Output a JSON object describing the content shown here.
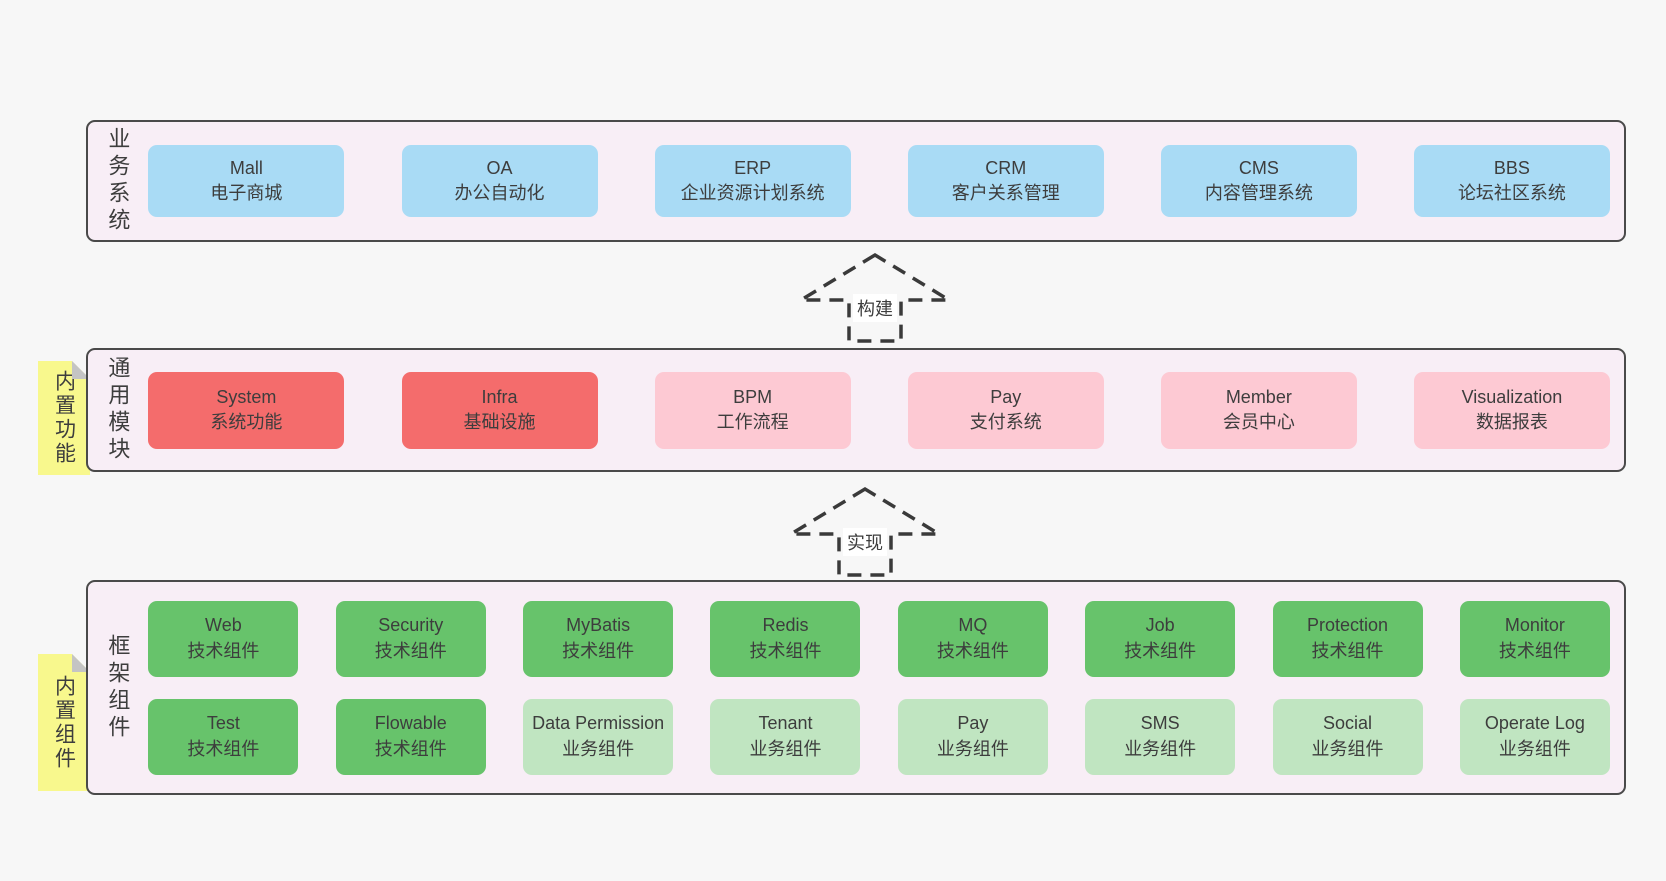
{
  "colors": {
    "blue": "#a9dbf5",
    "red": "#f46c6c",
    "pink": "#fdc9d3",
    "green": "#67c36b",
    "light_green": "#c0e5c1",
    "tab_yellow": "#f8f88d",
    "fold_gray": "#c4c4c4",
    "container_bg": "#f8eef6",
    "border": "#4a4a4a",
    "text": "#3d3d3d"
  },
  "arrows": [
    {
      "label": "构建"
    },
    {
      "label": "实现"
    }
  ],
  "layers": {
    "business": {
      "label": "业务系统",
      "boxes": [
        {
          "name": "Mall",
          "desc": "电子商城"
        },
        {
          "name": "OA",
          "desc": "办公自动化"
        },
        {
          "name": "ERP",
          "desc": "企业资源计划系统"
        },
        {
          "name": "CRM",
          "desc": "客户关系管理"
        },
        {
          "name": "CMS",
          "desc": "内容管理系统"
        },
        {
          "name": "BBS",
          "desc": "论坛社区系统"
        }
      ]
    },
    "modules": {
      "tag": "内置功能",
      "label": "通用模块",
      "boxes": [
        {
          "name": "System",
          "desc": "系统功能"
        },
        {
          "name": "Infra",
          "desc": "基础设施"
        },
        {
          "name": "BPM",
          "desc": "工作流程"
        },
        {
          "name": "Pay",
          "desc": "支付系统"
        },
        {
          "name": "Member",
          "desc": "会员中心"
        },
        {
          "name": "Visualization",
          "desc": "数据报表"
        }
      ]
    },
    "components": {
      "tag": "内置组件",
      "label": "框架组件",
      "row1": [
        {
          "name": "Web",
          "desc": "技术组件"
        },
        {
          "name": "Security",
          "desc": "技术组件"
        },
        {
          "name": "MyBatis",
          "desc": "技术组件"
        },
        {
          "name": "Redis",
          "desc": "技术组件"
        },
        {
          "name": "MQ",
          "desc": "技术组件"
        },
        {
          "name": "Job",
          "desc": "技术组件"
        },
        {
          "name": "Protection",
          "desc": "技术组件"
        },
        {
          "name": "Monitor",
          "desc": "技术组件"
        }
      ],
      "row2": [
        {
          "name": "Test",
          "desc": "技术组件"
        },
        {
          "name": "Flowable",
          "desc": "技术组件"
        },
        {
          "name": "Data Permission",
          "desc": "业务组件"
        },
        {
          "name": "Tenant",
          "desc": "业务组件"
        },
        {
          "name": "Pay",
          "desc": "业务组件"
        },
        {
          "name": "SMS",
          "desc": "业务组件"
        },
        {
          "name": "Social",
          "desc": "业务组件"
        },
        {
          "name": "Operate Log",
          "desc": "业务组件"
        }
      ]
    }
  }
}
